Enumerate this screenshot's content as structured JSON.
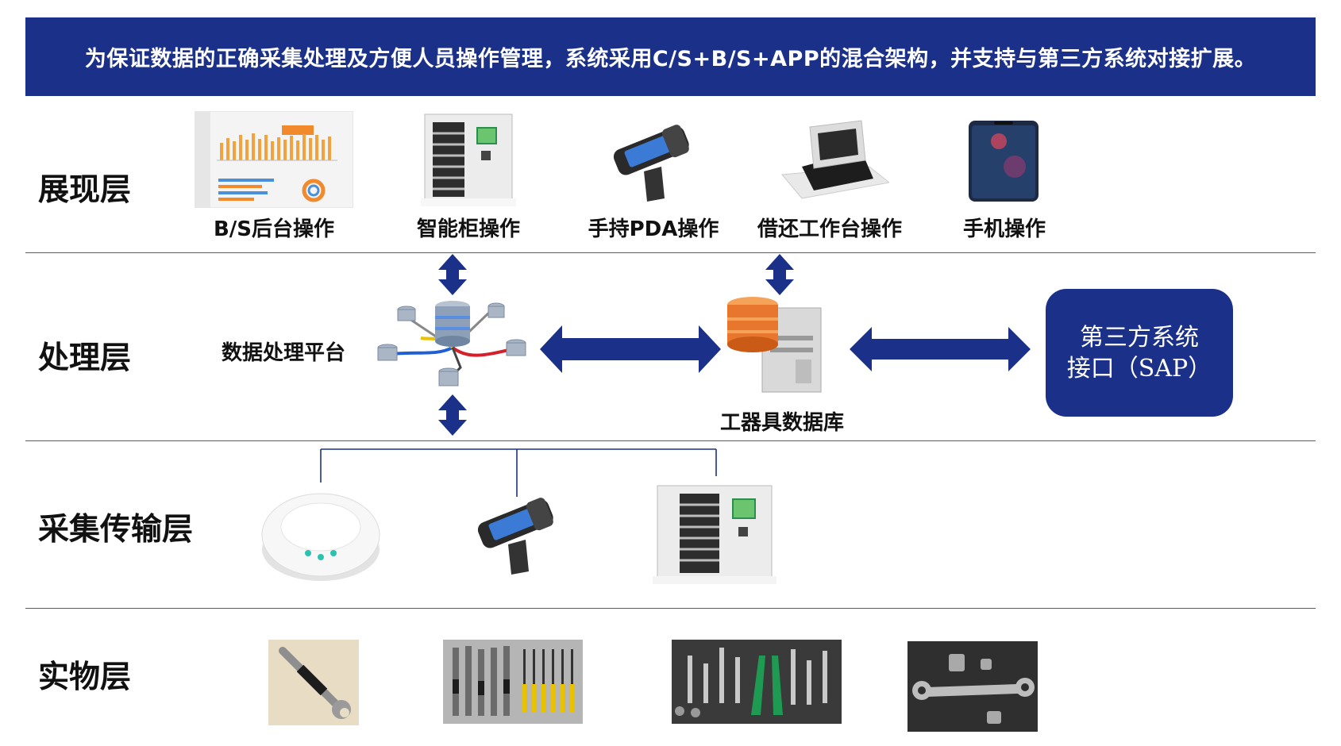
{
  "banner": {
    "text": "为保证数据的正确采集处理及方便人员操作管理，系统采用C/S+B/S+APP的混合架构，并支持与第三方系统对接扩展。"
  },
  "layers": {
    "presentation": "展现层",
    "processing": "处理层",
    "collection": "采集传输层",
    "physical": "实物层"
  },
  "presentation_items": [
    {
      "label": "B/S后台操作",
      "icon": "dashboard-screenshot-icon"
    },
    {
      "label": "智能柜操作",
      "icon": "smart-cabinet-icon"
    },
    {
      "label": "手持PDA操作",
      "icon": "handheld-pda-icon"
    },
    {
      "label": "借还工作台操作",
      "icon": "workstation-terminal-icon"
    },
    {
      "label": "手机操作",
      "icon": "mobile-phone-icon"
    }
  ],
  "processing": {
    "platform_label": "数据处理平台",
    "database_label": "工器具数据库",
    "third_party_line1": "第三方系统",
    "third_party_line2": "接口（SAP）"
  },
  "collection_items": [
    {
      "icon": "rfid-reader-icon"
    },
    {
      "icon": "handheld-pda-icon"
    },
    {
      "icon": "smart-cabinet-icon"
    }
  ],
  "physical_items": [
    {
      "icon": "wrench-photo-icon"
    },
    {
      "icon": "tool-set-photo-icon"
    },
    {
      "icon": "pliers-tools-photo-icon"
    },
    {
      "icon": "spanner-sockets-photo-icon"
    }
  ],
  "colors": {
    "primary": "#1b3189",
    "rule": "#5a5a5a"
  }
}
